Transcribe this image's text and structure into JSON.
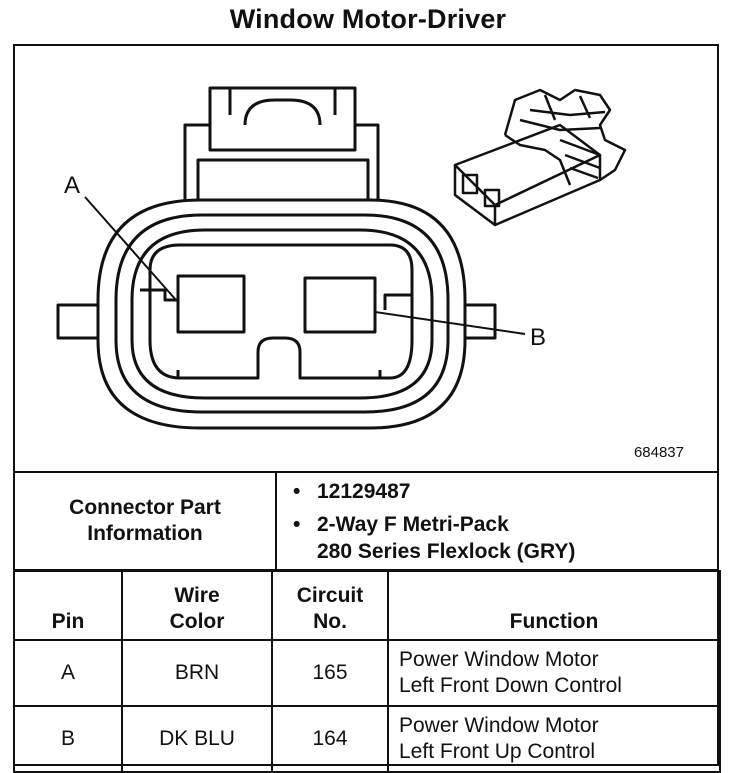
{
  "title": "Window Motor-Driver",
  "figure_number": "684837",
  "pin_labels": {
    "a": "A",
    "b": "B"
  },
  "connector_info": {
    "label_line1": "Connector Part",
    "label_line2": "Information",
    "part_number": "12129487",
    "description_line1": "2-Way F Metri-Pack",
    "description_line2": "280 Series Flexlock (GRY)",
    "bullet": "•"
  },
  "table": {
    "headers": {
      "pin": "Pin",
      "wire_color_1": "Wire",
      "wire_color_2": "Color",
      "circuit_1": "Circuit",
      "circuit_2": "No.",
      "function": "Function"
    },
    "rows": [
      {
        "pin": "A",
        "wire_color": "BRN",
        "circuit": "165",
        "function_line1": "Power Window Motor",
        "function_line2": "Left Front Down Control"
      },
      {
        "pin": "B",
        "wire_color": "DK BLU",
        "circuit": "164",
        "function_line1": "Power Window Motor",
        "function_line2": "Left Front Up Control"
      }
    ]
  }
}
